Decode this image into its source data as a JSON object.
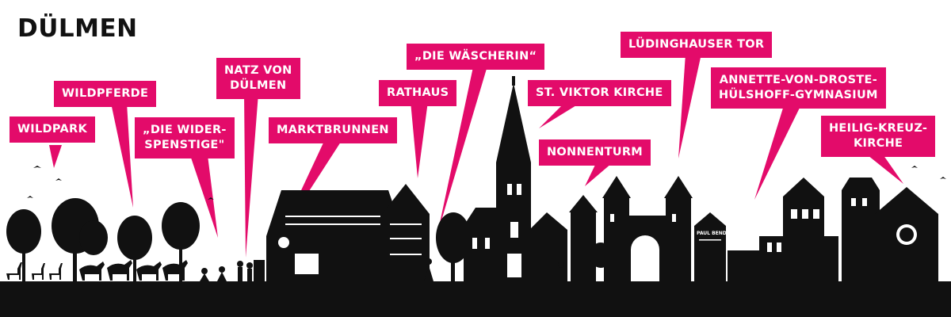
{
  "title": "DÜLMEN",
  "colors": {
    "accent": "#e30b6a",
    "silhouette": "#111111",
    "background": "#ffffff"
  },
  "labels": {
    "wildpark": "WILDPARK",
    "wildpferde": "WILDPFERDE",
    "widerspenstige": "„DIE WIDER-\nSPENSTIGE\"",
    "natz": "NATZ VON\nDÜLMEN",
    "marktbrunnen": "MARKTBRUNNEN",
    "rathaus": "RATHAUS",
    "waescherin": "„DIE WÄSCHERIN“",
    "viktor": "ST. VIKTOR KIRCHE",
    "nonnenturm": "NONNENTURM",
    "luedinghauser": "LÜDINGHAUSER TOR",
    "gymnasium": "ANNETTE-VON-DROSTE-\nHÜLSHOFF-GYMNASIUM",
    "heiligkreuz": "HEILIG-KREUZ-\nKIRCHE"
  },
  "signs": {
    "paul_bendix": "PAUL BENDIX"
  }
}
